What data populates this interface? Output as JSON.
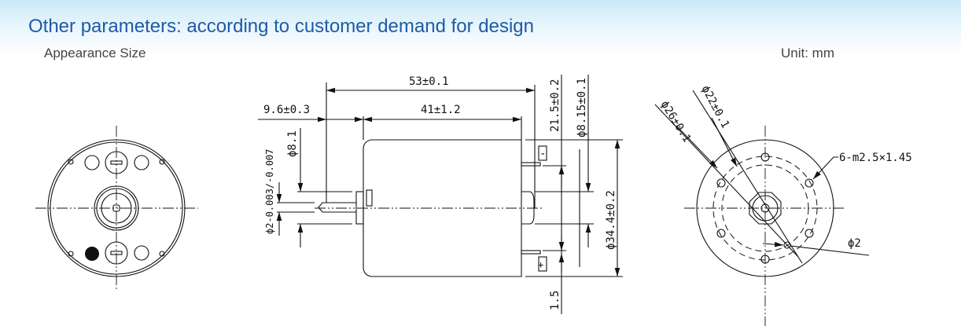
{
  "header": {
    "title": "Other parameters: according to customer demand for design",
    "subtitle": "Appearance Size",
    "unit": "Unit: mm"
  },
  "drawing": {
    "side_view": {
      "overall_length": "53±0.1",
      "shaft_length": "9.6±0.3",
      "body_length": "41±1.2",
      "boss_diameter": "ϕ8.1",
      "shaft_diameter": "ϕ2-0.003/-0.007",
      "terminal_spacing": "21.5±0.2",
      "rear_boss_diameter": "ϕ8.15±0.1",
      "body_diameter": "ϕ34.4±0.2",
      "terminal_width": "1.5",
      "minus_terminal": "-",
      "plus_terminal": "+"
    },
    "end_view": {
      "outer_pcd": "ϕ26±0.1",
      "inner_pcd": "ϕ22±0.1",
      "mounting_holes": "6-m2.5×1.45",
      "hole_diameter": "ϕ2"
    }
  }
}
